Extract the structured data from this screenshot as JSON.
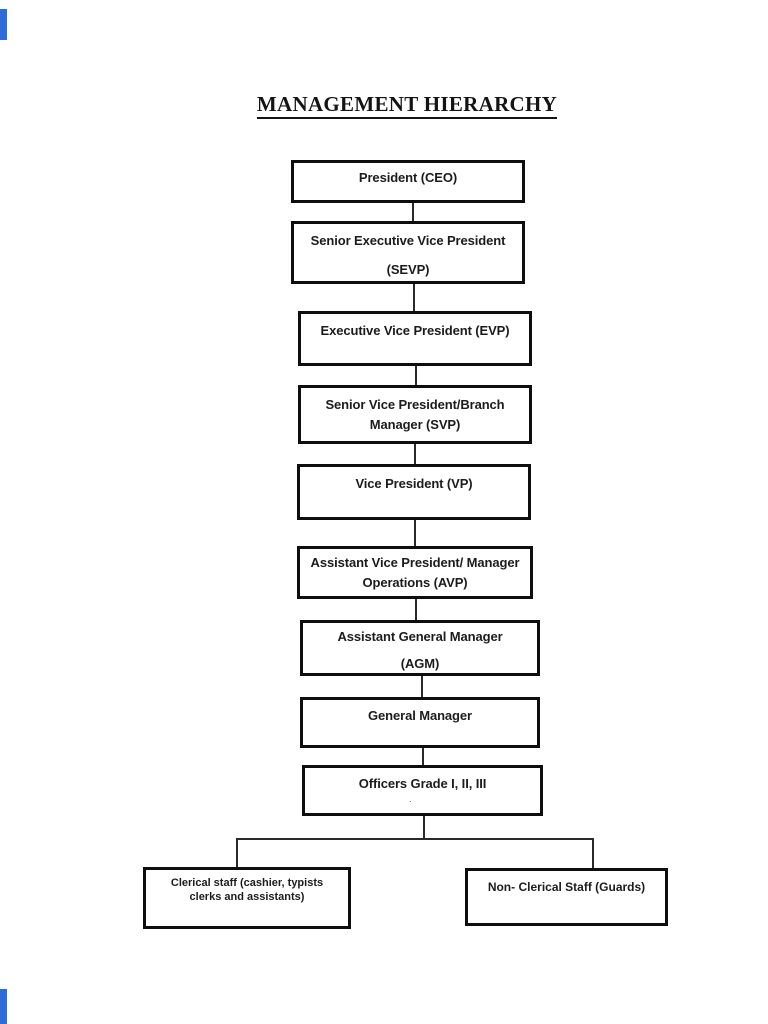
{
  "title": "MANAGEMENT HIERARCHY",
  "nodes": {
    "president": {
      "line1": "President (CEO)"
    },
    "sevp": {
      "line1": "Senior Executive Vice President",
      "line2": "(SEVP)"
    },
    "evp": {
      "line1": "Executive Vice President (EVP)"
    },
    "svp": {
      "line1": "Senior Vice President/Branch",
      "line2": "Manager (SVP)"
    },
    "vp": {
      "line1": "Vice President (VP)"
    },
    "avp": {
      "line1": "Assistant Vice President/ Manager",
      "line2": "Operations (AVP)"
    },
    "agm": {
      "line1": "Assistant General Manager",
      "line2": "(AGM)"
    },
    "gm": {
      "line1": "General Manager"
    },
    "officers": {
      "line1": "Officers Grade I, II, III",
      "dot": "."
    },
    "clerical": {
      "line1": "Clerical staff (cashier, typists",
      "line2": "clerks and assistants)"
    },
    "non_clerical": {
      "line1": "Non- Clerical Staff (Guards)"
    }
  },
  "hierarchy_order": [
    "president",
    "sevp",
    "evp",
    "svp",
    "vp",
    "avp",
    "agm",
    "gm",
    "officers"
  ],
  "bottom_branches": [
    "clerical",
    "non_clerical"
  ],
  "colors": {
    "background": "#ffffff",
    "box_border": "#0e0e0e",
    "text": "#1c1c1c",
    "connector": "#2a2a2a",
    "edge_marker": "#2f6bd9"
  }
}
